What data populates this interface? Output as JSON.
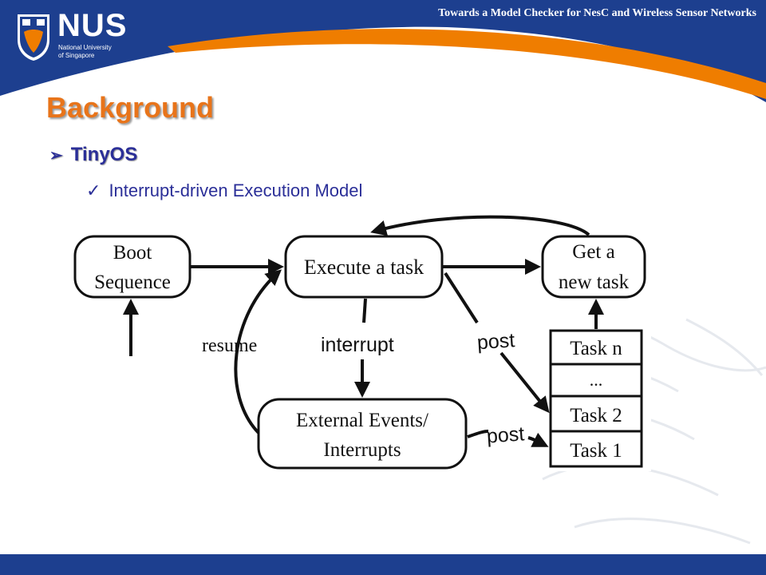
{
  "header": {
    "logo_text": "NUS",
    "logo_sub_line1": "National University",
    "logo_sub_line2": "of Singapore",
    "title": "Towards a Model Checker for NesC and Wireless Sensor Networks"
  },
  "slide": {
    "title": "Background",
    "bullet1": "TinyOS",
    "bullet2": "Interrupt-driven Execution Model"
  },
  "diagram": {
    "boot_line1": "Boot",
    "boot_line2": "Sequence",
    "execute": "Execute a task",
    "get_line1": "Get a",
    "get_line2": "new task",
    "external_line1": "External Events/",
    "external_line2": "Interrupts",
    "label_resume": "resume",
    "label_interrupt": "interrupt",
    "label_post_top": "post",
    "label_post_bottom": "post",
    "queue": [
      "Task n",
      "...",
      "Task 2",
      "Task 1"
    ]
  },
  "colors": {
    "banner_blue": "#1d3f8f",
    "banner_orange": "#ef7d00",
    "title_orange": "#e8741a",
    "text_navy": "#2b2f98",
    "footer_blue": "#1d3f8f"
  }
}
